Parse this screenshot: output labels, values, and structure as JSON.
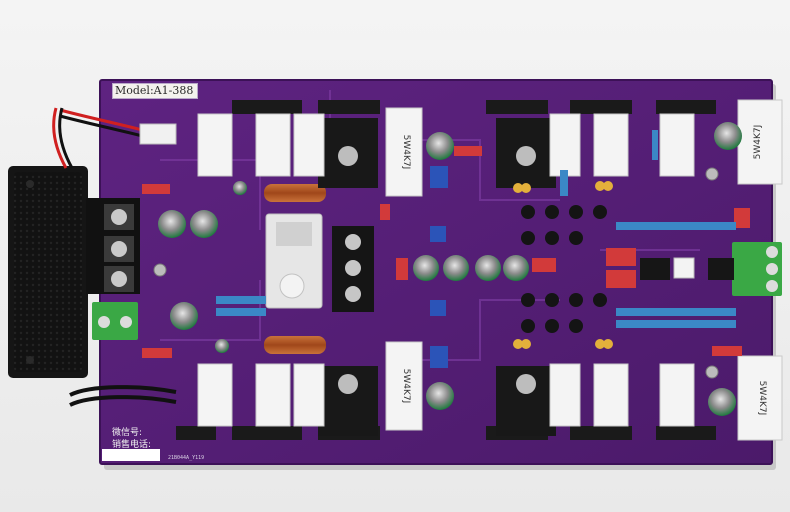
{
  "board": {
    "model_label": "Model:A1-388",
    "wechat_label": "微信号:",
    "sales_phone_label": "销售电话:",
    "code_text": "21B044A_Y119"
  },
  "components": {
    "resistor_marking_top_left": "5W4K7J",
    "resistor_marking_top_right": "5W4K7J",
    "resistor_marking_bottom_left": "5W4K7J",
    "resistor_marking_bottom_right": "5W4K7J"
  },
  "colors": {
    "pcb": "#5b1f7c",
    "pcb_dark": "#3c1157",
    "background": "#efefef",
    "capacitor_green": "#18a84a",
    "terminal_green": "#3aa845",
    "relay": "#e6e6e6",
    "ceramic_resistor": "#f4f4f4",
    "heatsink": "#1a1a1a",
    "inductor_copper": "#b3561e"
  }
}
